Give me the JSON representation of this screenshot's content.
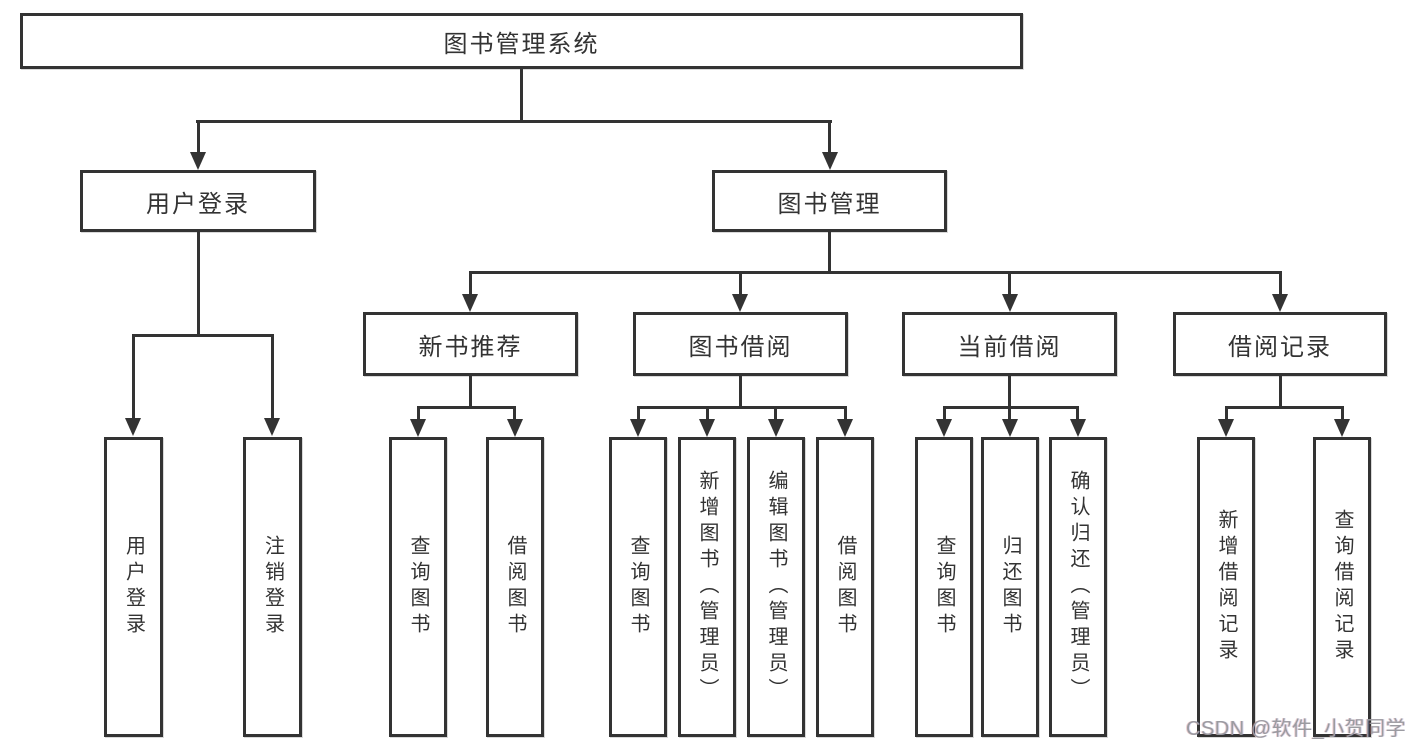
{
  "nodes": {
    "root": "图书管理系统",
    "user_login": "用户登录",
    "book_mgmt": "图书管理",
    "new_books": "新书推荐",
    "book_borrow": "图书借阅",
    "current_borrow": "当前借阅",
    "borrow_records": "借阅记录"
  },
  "leaves": {
    "user_login": [
      "用户登录",
      "注销登录"
    ],
    "new_books": [
      "查询图书",
      "借阅图书"
    ],
    "book_borrow": [
      "查询图书",
      "新增图书（管理员）",
      "编辑图书（管理员）",
      "借阅图书"
    ],
    "current_borrow": [
      "查询图书",
      "归还图书",
      "确认归还（管理员）"
    ],
    "borrow_records": [
      "新增借阅记录",
      "查询借阅记录"
    ]
  },
  "watermark": "CSDN @软件_小贺同学",
  "colors": {
    "line": "#333333",
    "text": "#333333",
    "watermark": "#9b9ba1",
    "background": "#ffffff"
  }
}
